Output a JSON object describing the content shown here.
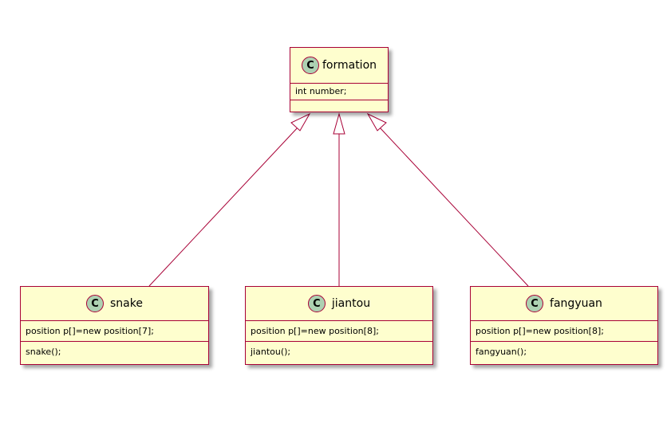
{
  "diagram": {
    "type": "uml-class",
    "colors": {
      "fill": "#fefece",
      "border": "#a80036",
      "badge": "#add1b2",
      "edge": "#a80036"
    },
    "parent": {
      "badge": "C",
      "name": "formation",
      "attributes": [
        "int number;"
      ],
      "methods": []
    },
    "children": [
      {
        "badge": "C",
        "name": "snake",
        "attributes": [
          "position p[]=new position[7];"
        ],
        "methods": [
          "snake();"
        ]
      },
      {
        "badge": "C",
        "name": "jiantou",
        "attributes": [
          "position p[]=new position[8];"
        ],
        "methods": [
          "jiantou();"
        ]
      },
      {
        "badge": "C",
        "name": "fangyuan",
        "attributes": [
          "position p[]=new position[8];"
        ],
        "methods": [
          "fangyuan();"
        ]
      }
    ],
    "relations": [
      {
        "from": "snake",
        "to": "formation",
        "kind": "inheritance"
      },
      {
        "from": "jiantou",
        "to": "formation",
        "kind": "inheritance"
      },
      {
        "from": "fangyuan",
        "to": "formation",
        "kind": "inheritance"
      }
    ]
  }
}
